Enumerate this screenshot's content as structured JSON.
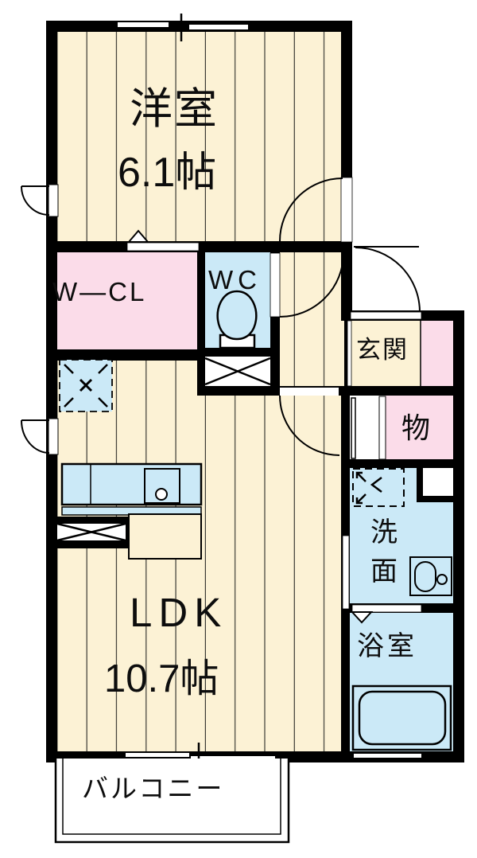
{
  "floorplan": {
    "rooms": {
      "western_room": {
        "label": "洋室",
        "size": "6.1帖"
      },
      "walk_in_closet": {
        "label": "W—CL"
      },
      "toilet": {
        "label": "WC"
      },
      "entrance": {
        "label": "玄関"
      },
      "storage": {
        "label": "物"
      },
      "washroom": {
        "label": "洗面"
      },
      "bathroom": {
        "label": "浴室"
      },
      "ldk": {
        "label": "LDK",
        "size": "10.7帖"
      },
      "balcony": {
        "label": "バルコニー"
      }
    },
    "colors": {
      "floor_cream": "#FCF2D5",
      "room_pink": "#FBDCE9",
      "room_blue": "#CBE9F7",
      "wall_black": "#000000",
      "stripe": "#3B3B35"
    }
  }
}
